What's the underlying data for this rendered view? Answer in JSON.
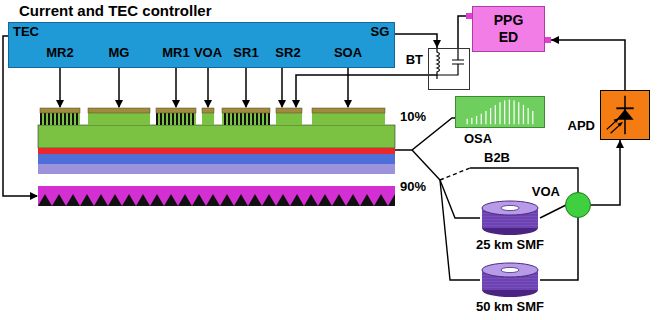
{
  "diagram": {
    "nodes": [
      {
        "text": [
          "Current and TEC controller"
        ]
      },
      {
        "text": [
          "BT"
        ]
      },
      {
        "text": [
          "PPG",
          "ED"
        ]
      },
      {
        "text": [
          "OSA"
        ]
      },
      {
        "text": [
          "APD"
        ]
      },
      {
        "text": [
          "VOA"
        ]
      },
      {
        "text": [
          "25 km SMF"
        ]
      },
      {
        "text": [
          "50 km SMF"
        ]
      }
    ],
    "edges": [
      {
        "from": 0,
        "to": 1,
        "arrow": "to"
      },
      {
        "from": 2,
        "to": 1,
        "arrow": "none"
      },
      {
        "from": 4,
        "to": 2,
        "arrow": "to"
      },
      {
        "from": 5,
        "to": 4,
        "arrow": "to"
      },
      {
        "from": 6,
        "to": 5,
        "arrow": "none"
      },
      {
        "from": 7,
        "to": 5,
        "arrow": "none"
      }
    ],
    "labels": [
      "TEC",
      "MR2",
      "MG",
      "MR1",
      "VOA",
      "SR1",
      "SR2",
      "SOA",
      "SG",
      "10%",
      "90%",
      "B2B"
    ]
  }
}
